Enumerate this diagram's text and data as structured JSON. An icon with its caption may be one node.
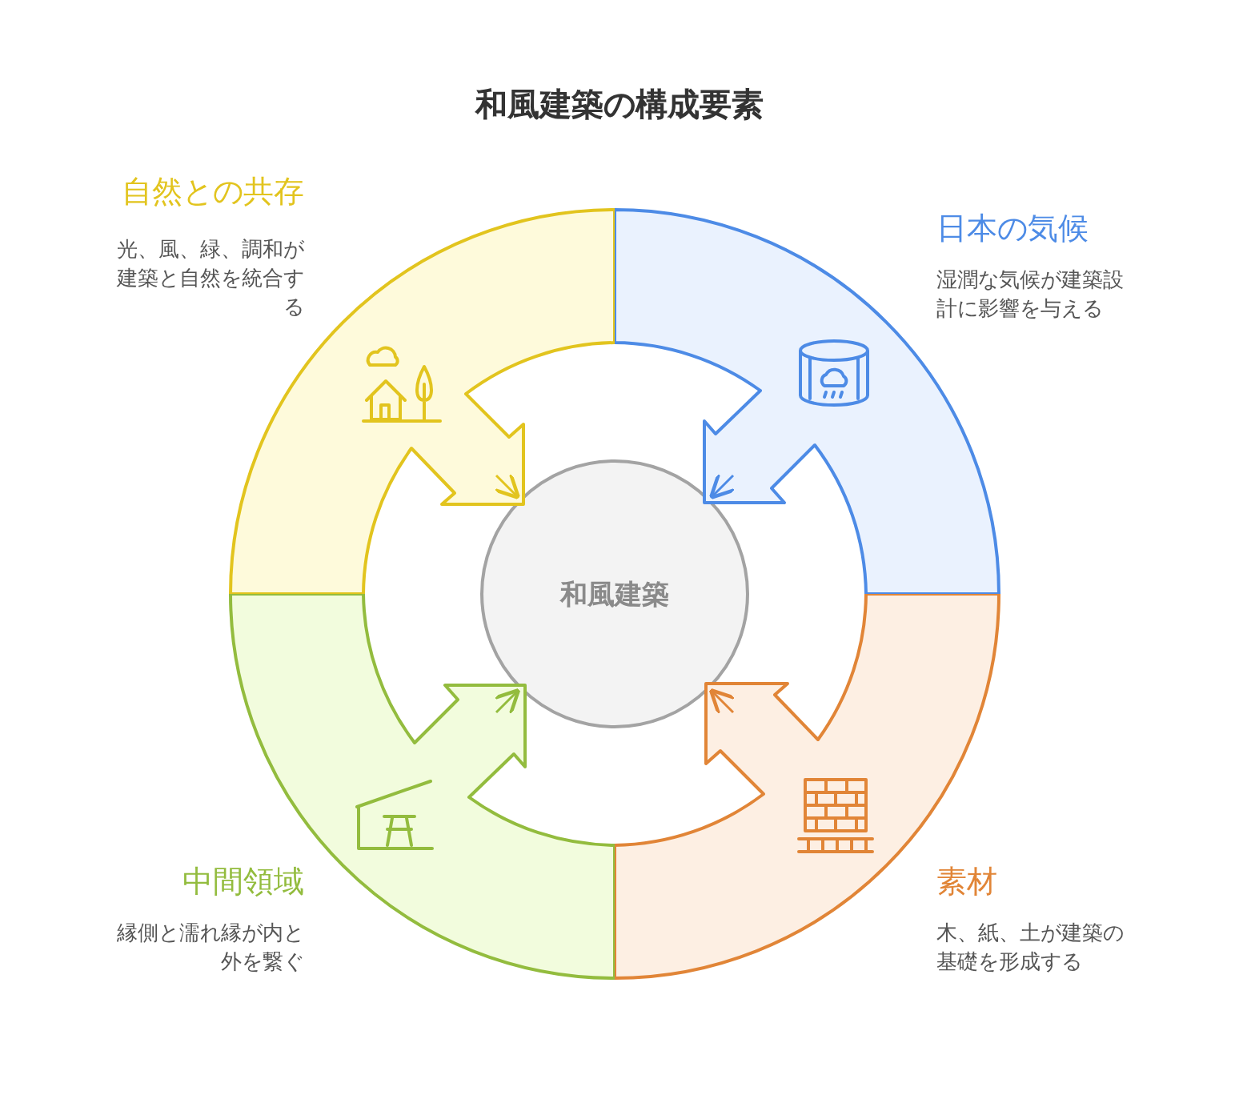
{
  "diagram": {
    "title": "和風建築の構成要素",
    "nodes": [
      {
        "text": [
          "和風建築"
        ]
      },
      {
        "text": [
          "自然との共存",
          "光、風、緑、調和が建築と自然を統合する"
        ]
      },
      {
        "text": [
          "日本の気候",
          "湿潤な気候が建築設計に影響を与える"
        ]
      },
      {
        "text": [
          "中間領域",
          "縁側と濡れ縁が内と外を繋ぐ"
        ]
      },
      {
        "text": [
          "素材",
          "木、紙、土が建築の基礎を形成する"
        ]
      }
    ],
    "edges": [
      {
        "from": 1,
        "to": 0,
        "arrow": "to",
        "color": "#e2c41e"
      },
      {
        "from": 2,
        "to": 0,
        "arrow": "to",
        "color": "#4d8be6"
      },
      {
        "from": 3,
        "to": 0,
        "arrow": "to",
        "color": "#93bc3e"
      },
      {
        "from": 4,
        "to": 0,
        "arrow": "to",
        "color": "#e18537"
      }
    ]
  }
}
